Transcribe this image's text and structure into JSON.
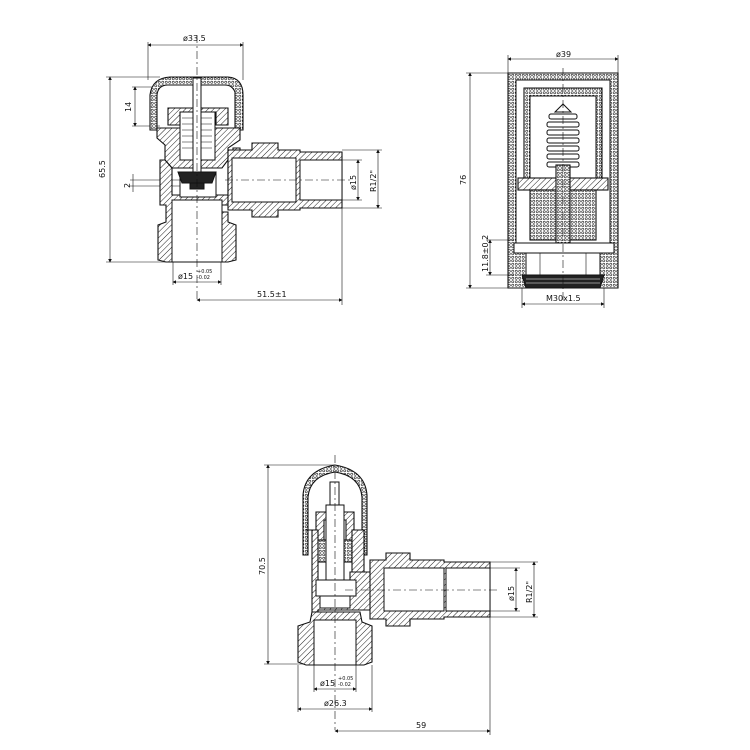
{
  "views": [
    {
      "id": "valve-top-left",
      "dimensions": {
        "top_diameter": "ø33.5",
        "height_total": "65.5",
        "cap_height": "14",
        "seat_gap": "2",
        "pipe_diameter": "ø15",
        "thread": "R1/2\"",
        "bottom_bore": "ø15",
        "bottom_bore_tol_upper": "+0.05",
        "bottom_bore_tol_lower": "-0.02",
        "horizontal_length": "51.5±1"
      }
    },
    {
      "id": "thermostatic-head-top-right",
      "dimensions": {
        "diameter": "ø39",
        "height_total": "76",
        "nut_height": "11.8±0.2",
        "thread": "M30x1.5"
      }
    },
    {
      "id": "valve-bottom",
      "dimensions": {
        "height_total": "70.5",
        "pipe_diameter": "ø15",
        "thread": "R1/2\"",
        "bottom_bore": "ø15",
        "bottom_bore_tol_upper": "+0.05",
        "bottom_bore_tol_lower": "-0.02",
        "nut_diameter": "ø26.3",
        "horizontal_length": "59"
      }
    }
  ]
}
